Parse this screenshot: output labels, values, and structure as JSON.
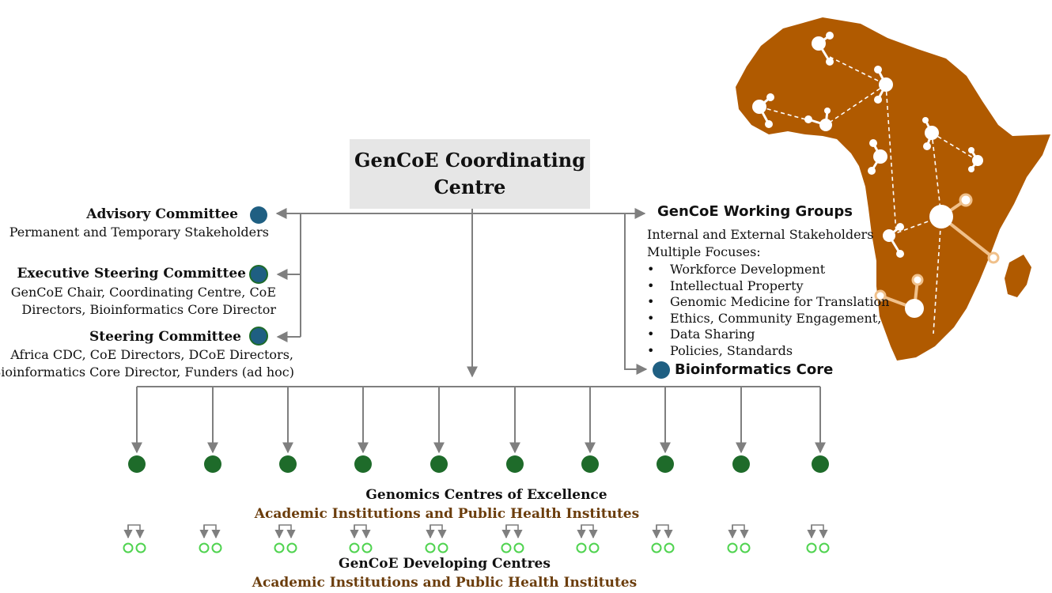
{
  "coordinating_centre": {
    "line1": "GenCoE Coordinating",
    "line2": "Centre"
  },
  "advisory": {
    "title": "Advisory Committee",
    "desc": "Permanent and Temporary Stakeholders"
  },
  "executive": {
    "title": "Executive Steering Committee",
    "desc1": "GenCoE Chair, Coordinating Centre, CoE",
    "desc2": "Directors, Bioinformatics Core Director"
  },
  "steering": {
    "title": "Steering Committee",
    "desc1": "Africa CDC, CoE Directors, DCoE Directors,",
    "desc2": "Bioinformatics Core Director, Funders (ad hoc)"
  },
  "working_groups": {
    "title": "GenCoE Working Groups",
    "line1": "Internal and External Stakeholders",
    "line2": "Multiple Focuses:",
    "items": [
      "Workforce Development",
      "Intellectual Property",
      "Genomic Medicine for Translation",
      "Ethics, Community Engagement,",
      "Data Sharing",
      "Policies, Standards"
    ]
  },
  "bioinformatics": {
    "title": "Bioinformatics Core"
  },
  "coe": {
    "title": "Genomics Centres of Excellence",
    "subtitle": "Academic Institutions and Public Health Institutes",
    "count": 10
  },
  "dcoe": {
    "title": "GenCoE Developing Centres",
    "subtitle": "Academic Institutions and Public Health Institutes"
  },
  "colors": {
    "committee_dot": "#1f5f82",
    "coe_dot": "#1e6b2a",
    "dcoe_ring": "#4fd34f",
    "connector": "#7f7f7f",
    "africa": "#b05a00",
    "coord_box": "#e6e6e6",
    "subtitle": "#6b3d0c"
  }
}
